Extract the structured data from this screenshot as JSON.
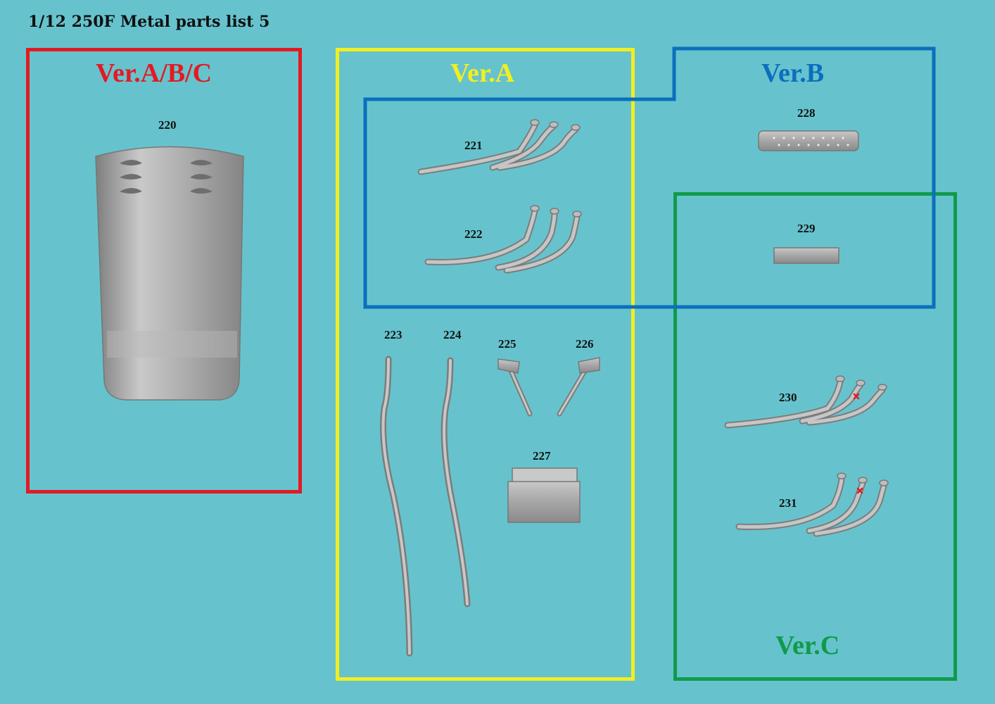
{
  "title": "1/12 250F Metal parts list 5",
  "versions": {
    "abc": "Ver.A/B/C",
    "a": "Ver.A",
    "b": "Ver.B",
    "c": "Ver.C"
  },
  "colors": {
    "background": "#66c3cd",
    "ver_abc": "#e31a22",
    "ver_a": "#f2ee20",
    "ver_b": "#0b6fbd",
    "ver_c": "#109a4a",
    "metal": "#a9a9a9"
  },
  "parts": {
    "p220": "220",
    "p221": "221",
    "p222": "222",
    "p223": "223",
    "p224": "224",
    "p225": "225",
    "p226": "226",
    "p227": "227",
    "p228": "228",
    "p229": "229",
    "p230": "230",
    "p231": "231"
  }
}
